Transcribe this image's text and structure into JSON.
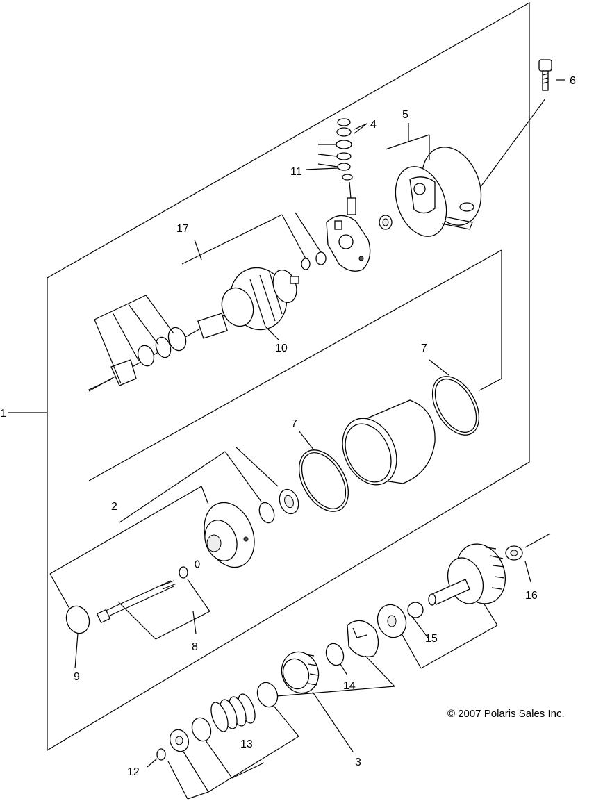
{
  "diagram": {
    "labels": {
      "l1": "1",
      "l2": "2",
      "l3": "3",
      "l4": "4",
      "l5": "5",
      "l6": "6",
      "l7a": "7",
      "l7b": "7",
      "l8": "8",
      "l9": "9",
      "l10": "10",
      "l11": "11",
      "l12": "12",
      "l13": "13",
      "l14": "14",
      "l15": "15",
      "l16": "16",
      "l17": "17"
    },
    "copyright": "© 2007 Polaris Sales Inc."
  }
}
